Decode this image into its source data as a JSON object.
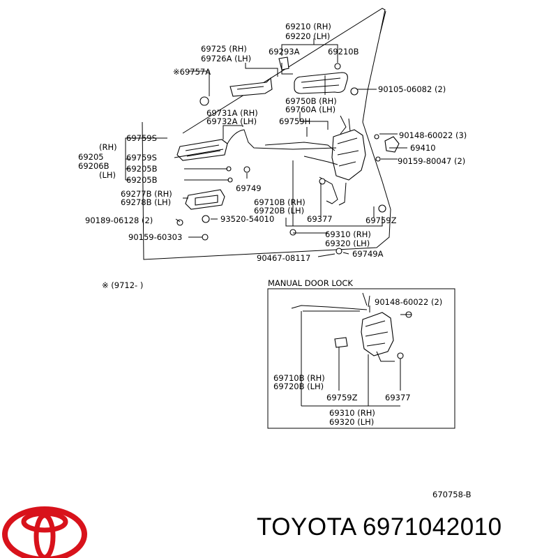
{
  "colors": {
    "logo": "#d8121b",
    "ink": "#000000"
  },
  "callouts": {
    "c69210": "69210 (RH)",
    "c69220": "69220 (LH)",
    "c69725": "69725  (RH)",
    "c69726A": "69726A (LH)",
    "c69293A": "69293A",
    "c69210B": "69210B",
    "c69757A": "※69757A",
    "c90105": "90105-06082 (2)",
    "c69750B": "69750B (RH)",
    "c69760A": "69760A (LH)",
    "c69731A": "69731A (RH)",
    "c69732A": "69732A (LH)",
    "c69759H": "69759H",
    "c69759S_a": "69759S",
    "c90148a": "90148-60022 (3)",
    "cRH": "(RH)",
    "c69205_a": "69205",
    "c69206B": "69206B",
    "cLH": "(LH)",
    "c69759S_b": "69759S",
    "c69205B_a": "69205B",
    "c69205B_b": "69205B",
    "c69410": "69410",
    "c90159a": "90159-80047 (2)",
    "c69749": "69749",
    "c69277B": "69277B (RH)",
    "c69278B": "69278B (LH)",
    "c69710B_a": "69710B (RH)",
    "c69720B_a": "69720B (LH)",
    "c90189": "90189-06128 (2)",
    "c93520": "93520-54010",
    "c69377_a": "69377",
    "c69759Z_a": "69759Z",
    "c90159b": "90159-60303",
    "c69310_a": "69310 (RH)",
    "c69320_a": "69320 (LH)",
    "c90467": "90467-08117",
    "c69749A": "69749A",
    "footnote": "※ (9712-      )",
    "inset_title": "MANUAL DOOR LOCK",
    "c90148b": "90148-60022 (2)",
    "c69710B_b": "69710B (RH)",
    "c69720B_b": "69720B (LH)",
    "c69759Z_b": "69759Z",
    "c69377_b": "69377",
    "c69310_b": "69310 (RH)",
    "c69320_b": "69320 (LH)",
    "drawing_no": "670758-B"
  },
  "brand": {
    "text": "TOYOTA 6971042010"
  }
}
